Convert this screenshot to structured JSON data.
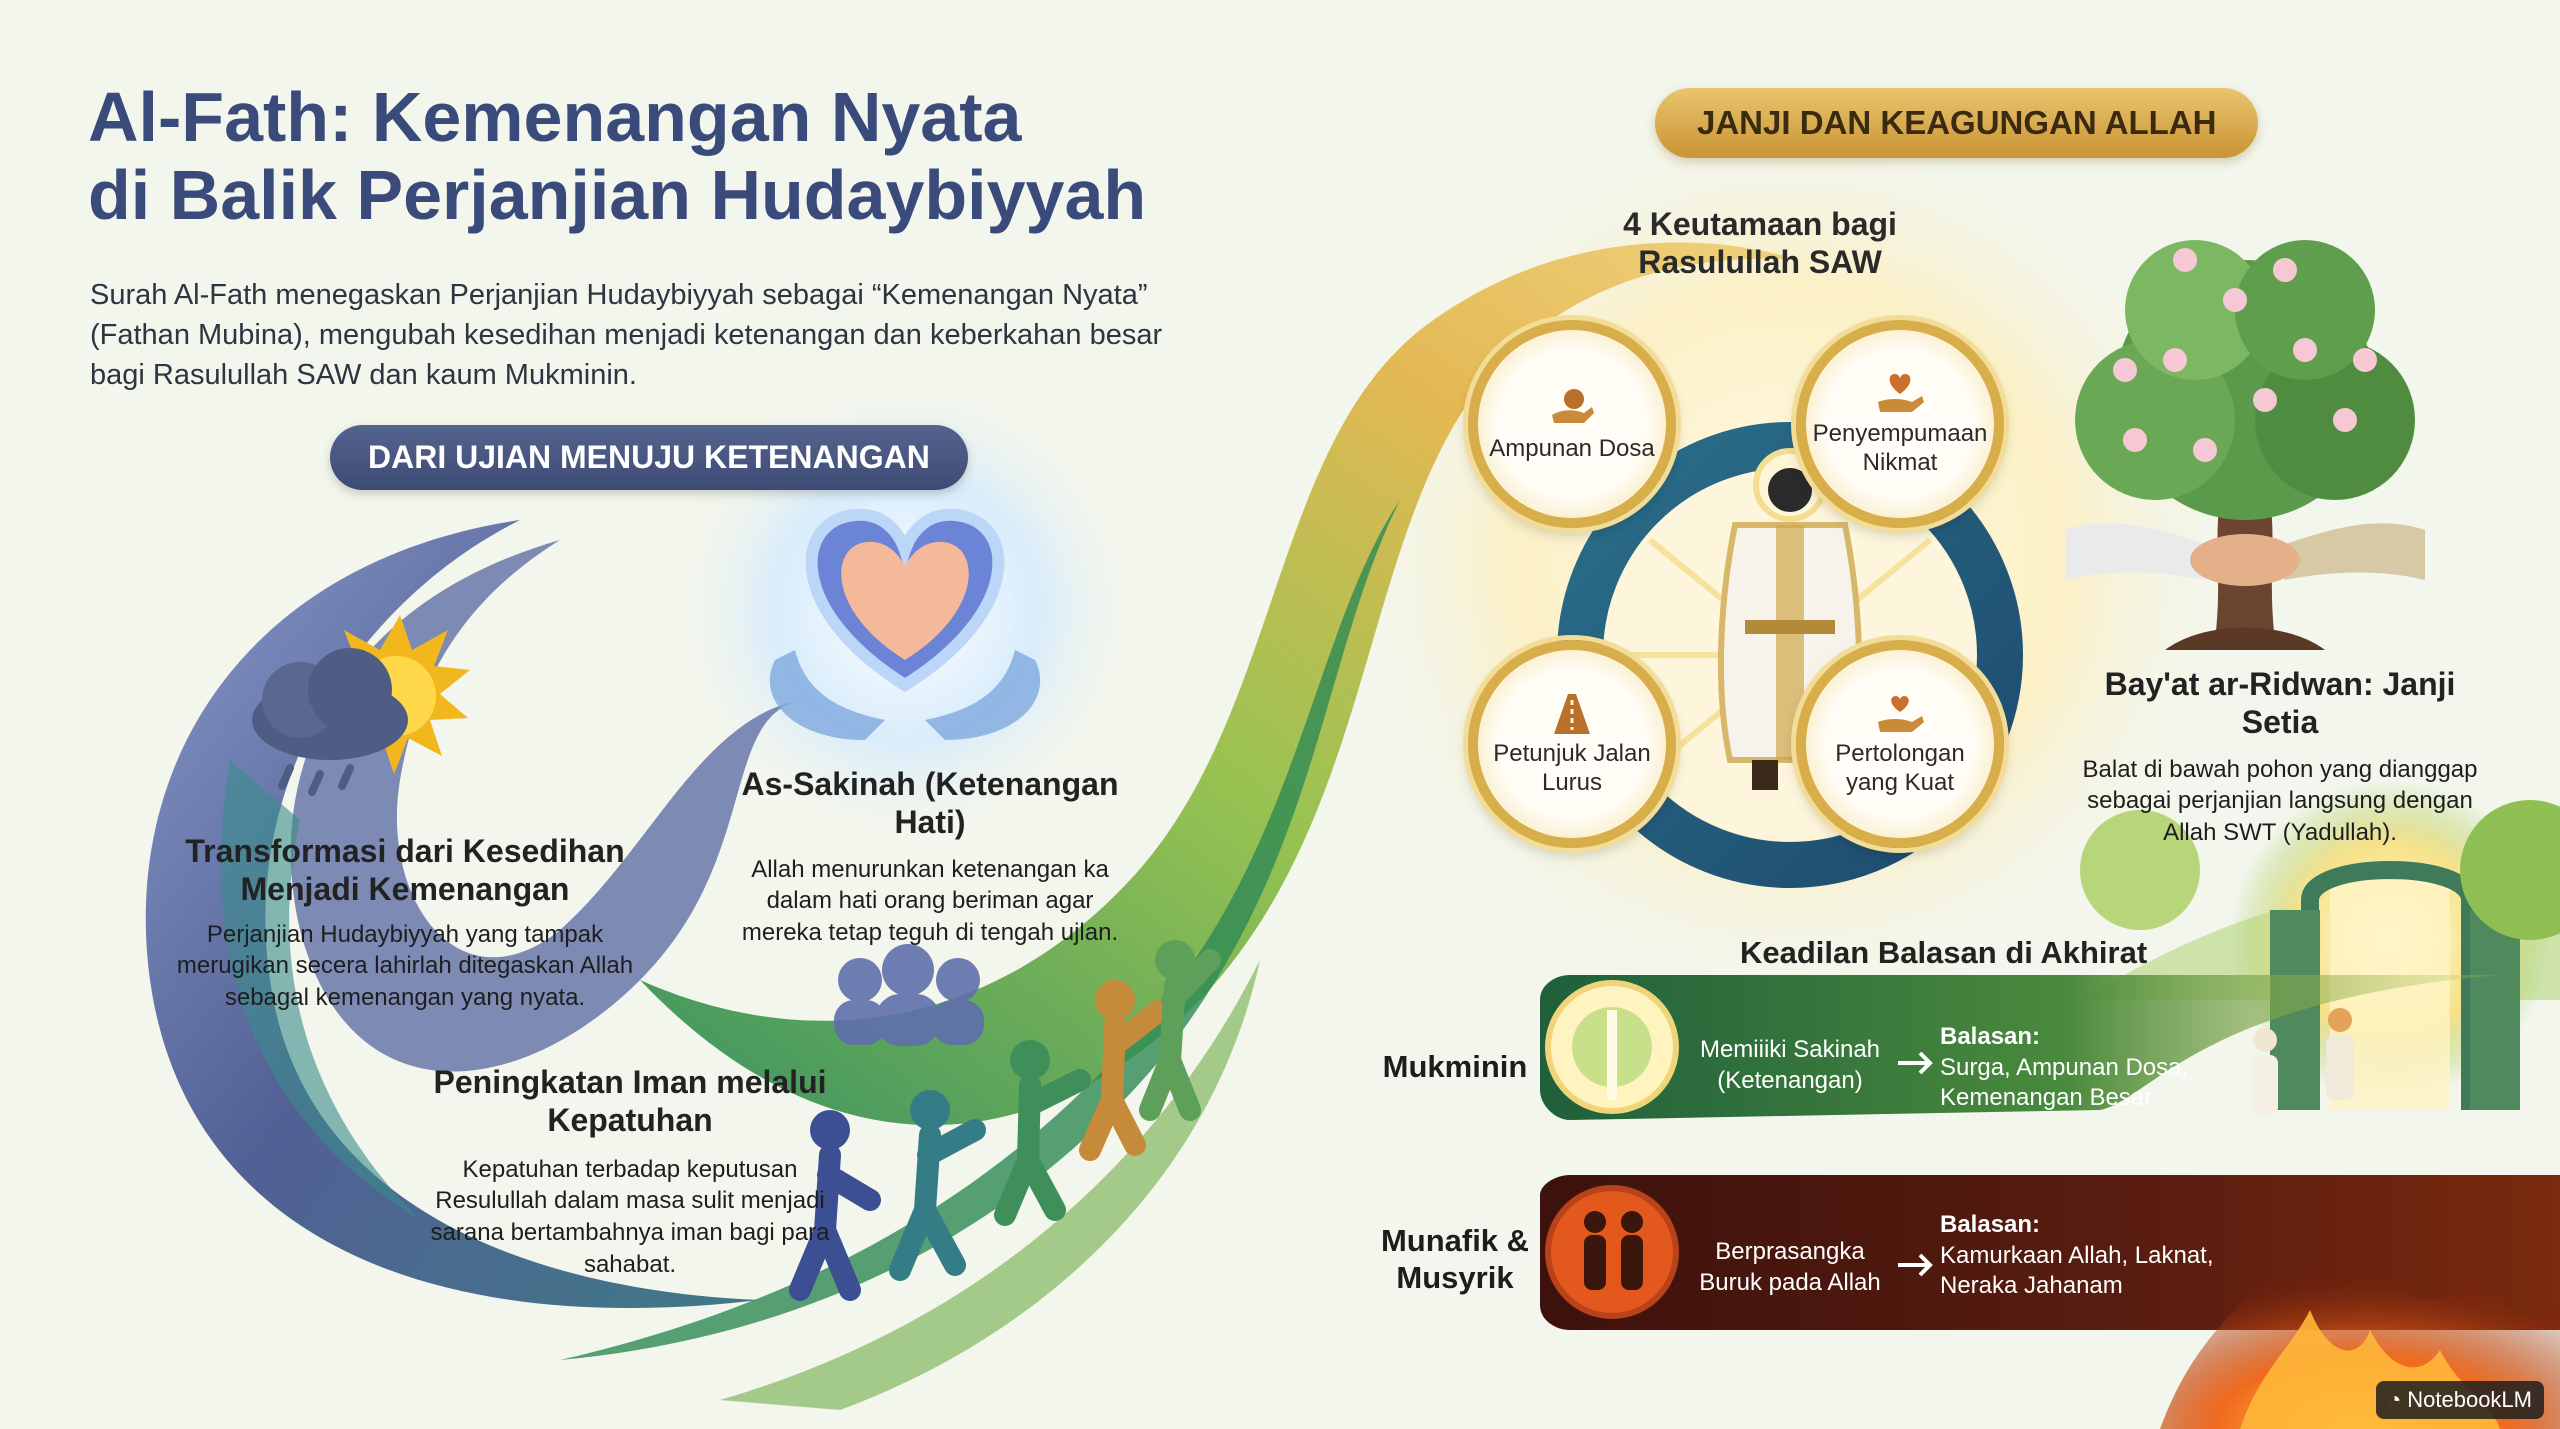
{
  "title_line1": "Al-Fath: Kemenangan Nyata",
  "title_line2": "di Balik Perjanjian Hudaybiyyah",
  "intro": "Surah Al-Fath menegaskan Perjanjian Hudaybiyyah sebagai “Kemenangan Nyata” (Fathan Mubina), mengubah kesedihan menjadi ketenangan dan keberkahan besar bagi Rasulullah SAW dan kaum Mukminin.",
  "left_section": {
    "header": "DARI UJIAN MENUJU KETENANGAN",
    "transformasi": {
      "title": "Transformasi dari Kesedihan Menjadi Kemenangan",
      "text": "Perjanjian Hudaybiyyah yang tampak merugikan secera lahirlah ditegaskan Allah sebagal kemenangan yang nyata."
    },
    "sakinah": {
      "title": "As-Sakinah (Ketenangan Hati)",
      "text": "Allah menurunkan ketenangan ka dalam hati orang beriman agar mereka tetap teguh di tengah ujlan."
    },
    "iman": {
      "title": "Peningkatan Iman melalui Kepatuhan",
      "text": "Kepatuhan terbadap keputusan Resulullah dalam masa sulit menjadi sarana bertambahnya iman bagi para sahabat."
    }
  },
  "right_section": {
    "header": "JANJI DAN KEAGUNGAN ALLAH",
    "keutamaan_title": "4 Keutamaan bagi Rasulullah SAW",
    "medals": {
      "ampunan": "Ampunan Dosa",
      "nikmat": "Penyempumaan Nikmat",
      "petunjuk": "Petunjuk Jalan Lurus",
      "pertolongan": "Pertolongan yang Kuat"
    },
    "bayat": {
      "title": "Bay'at ar-Ridwan: Janji Setia",
      "text": "Balat di bawah pohon yang dianggap sebagai perjanjian langsung dengan Allah SWT (Yadullah)."
    },
    "keadilan": {
      "title": "Keadilan Balasan di Akhirat",
      "mukminin": {
        "label": "Mukminin",
        "state": "Memiiiki Sakinah (Ketenangan)",
        "balasan_label": "Balasan:",
        "balasan": "Surga, Ampunan Dosa, Kemenangan Besar"
      },
      "munafik": {
        "label": "Munafik & Musyrik",
        "state": "Berprasangka Buruk pada Allah",
        "balasan_label": "Balasan:",
        "balasan": "Kamurkaan Allah, Laknat, Neraka Jahanam"
      }
    }
  },
  "brand": "NotebookLM",
  "colors": {
    "title": "#3a4a7a",
    "pill_blue": "#47557f",
    "gold": "#d8ae4a",
    "green_row": "#2f7a44",
    "dark_row": "#4a1d14"
  }
}
